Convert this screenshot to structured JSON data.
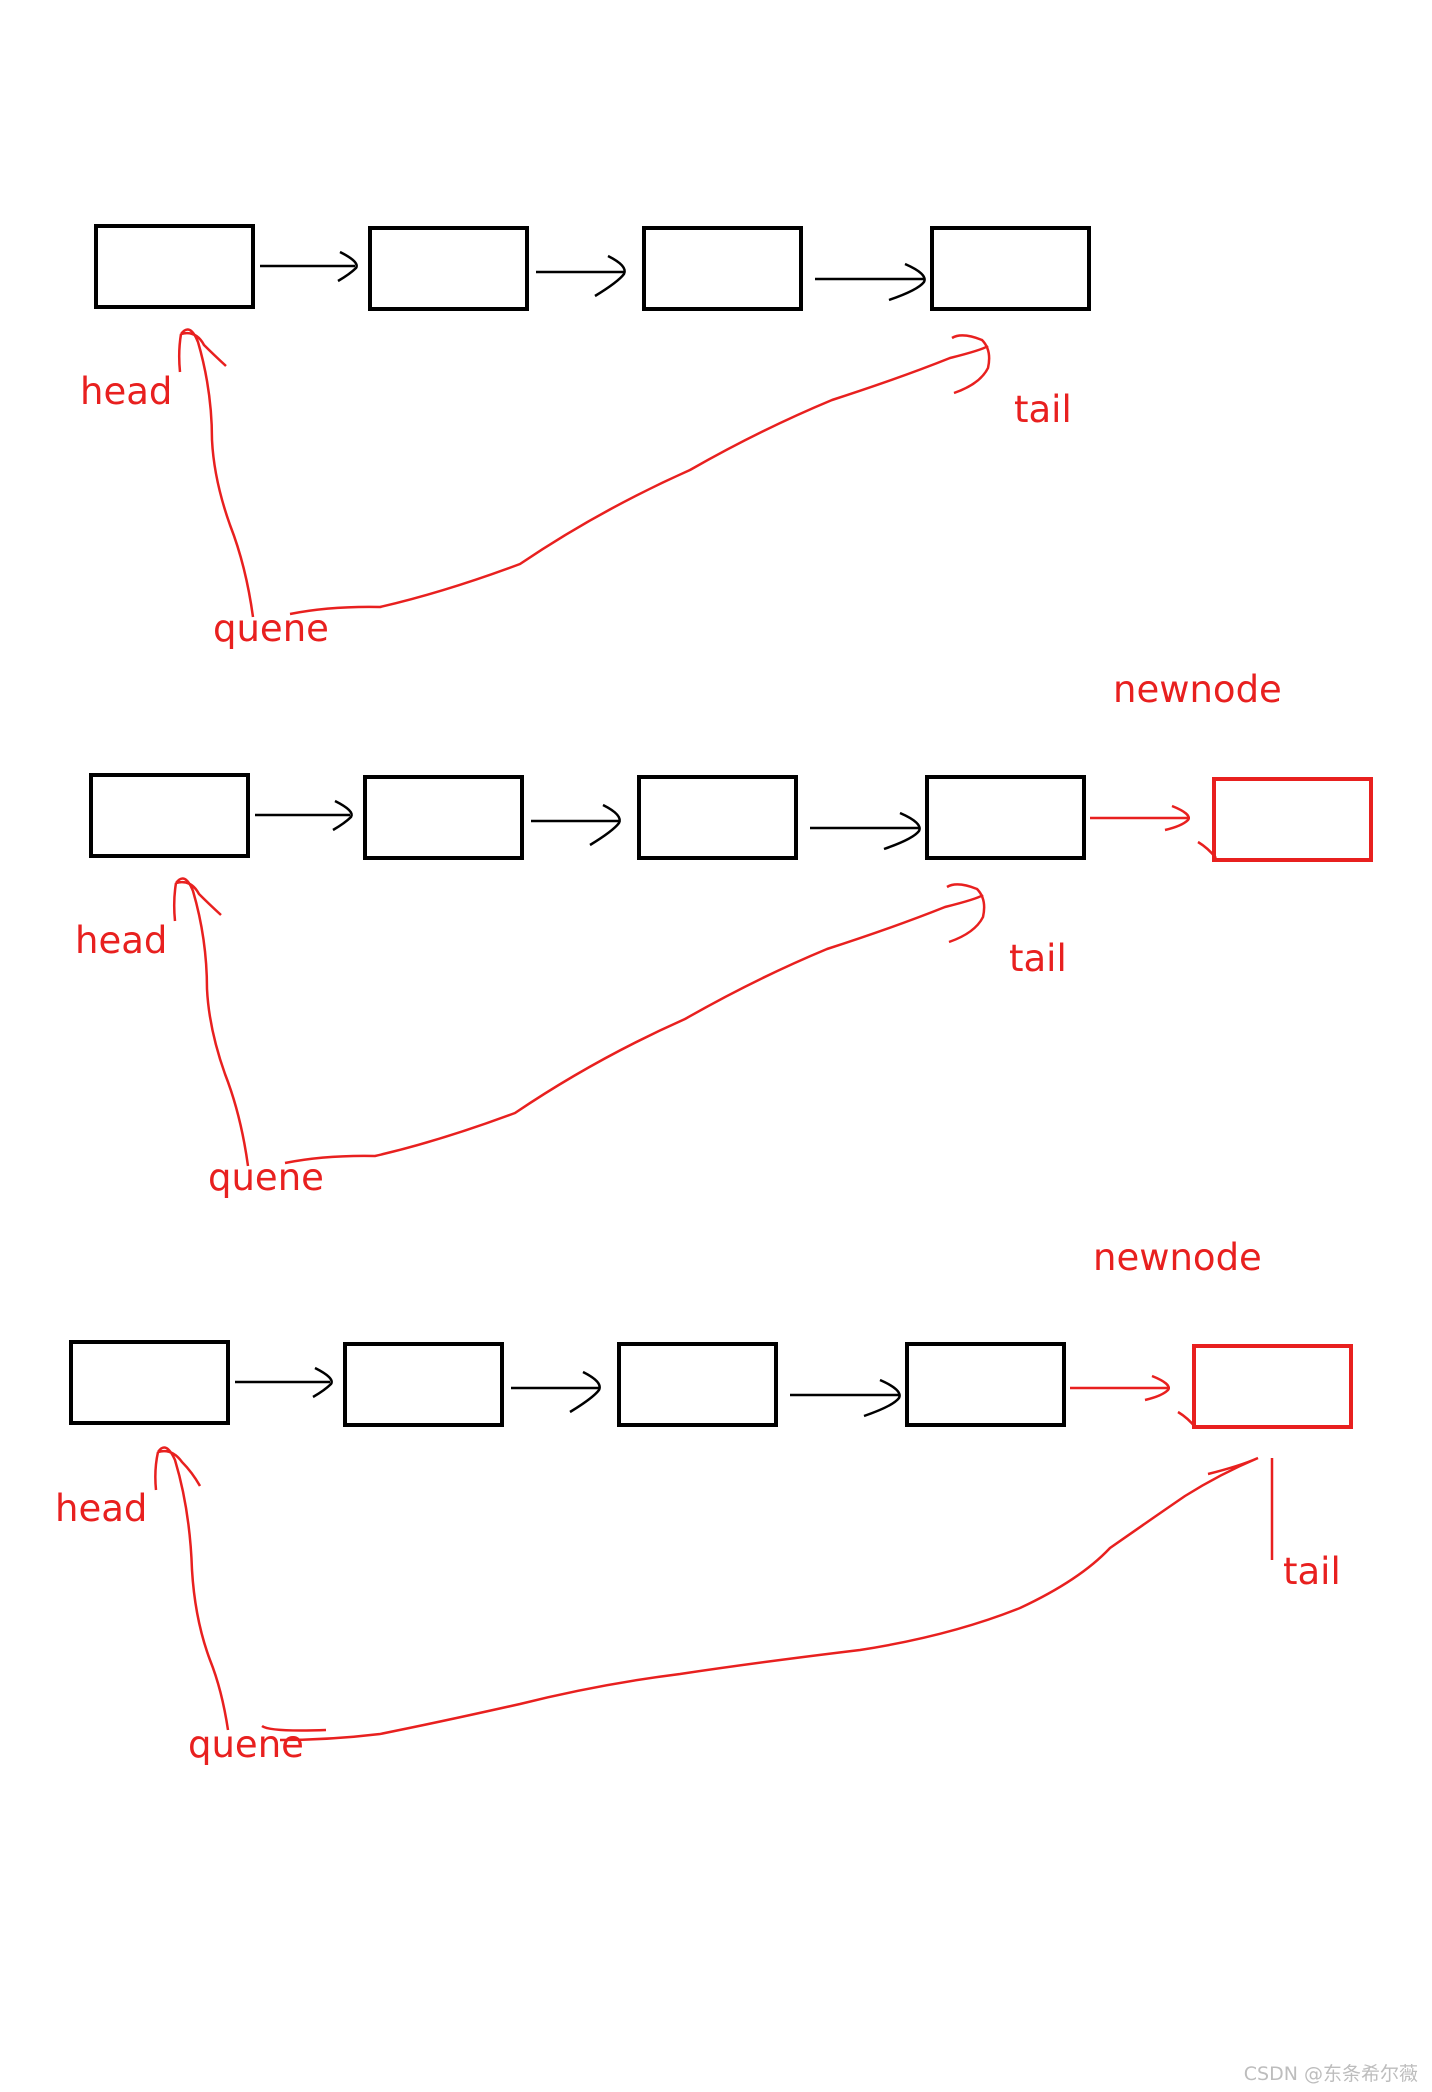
{
  "diagrams": [
    {
      "labels": {
        "head": "head",
        "tail": "tail",
        "queue": "quene",
        "newnode": ""
      }
    },
    {
      "labels": {
        "head": "head",
        "tail": "tail",
        "queue": "quene",
        "newnode": "newnode"
      }
    },
    {
      "labels": {
        "head": "head",
        "tail": "tail",
        "queue": "quene",
        "newnode": "newnode"
      }
    }
  ],
  "watermark": "CSDN @东条希尔薇",
  "colors": {
    "node": "#000000",
    "pointer": "#e8201f"
  }
}
